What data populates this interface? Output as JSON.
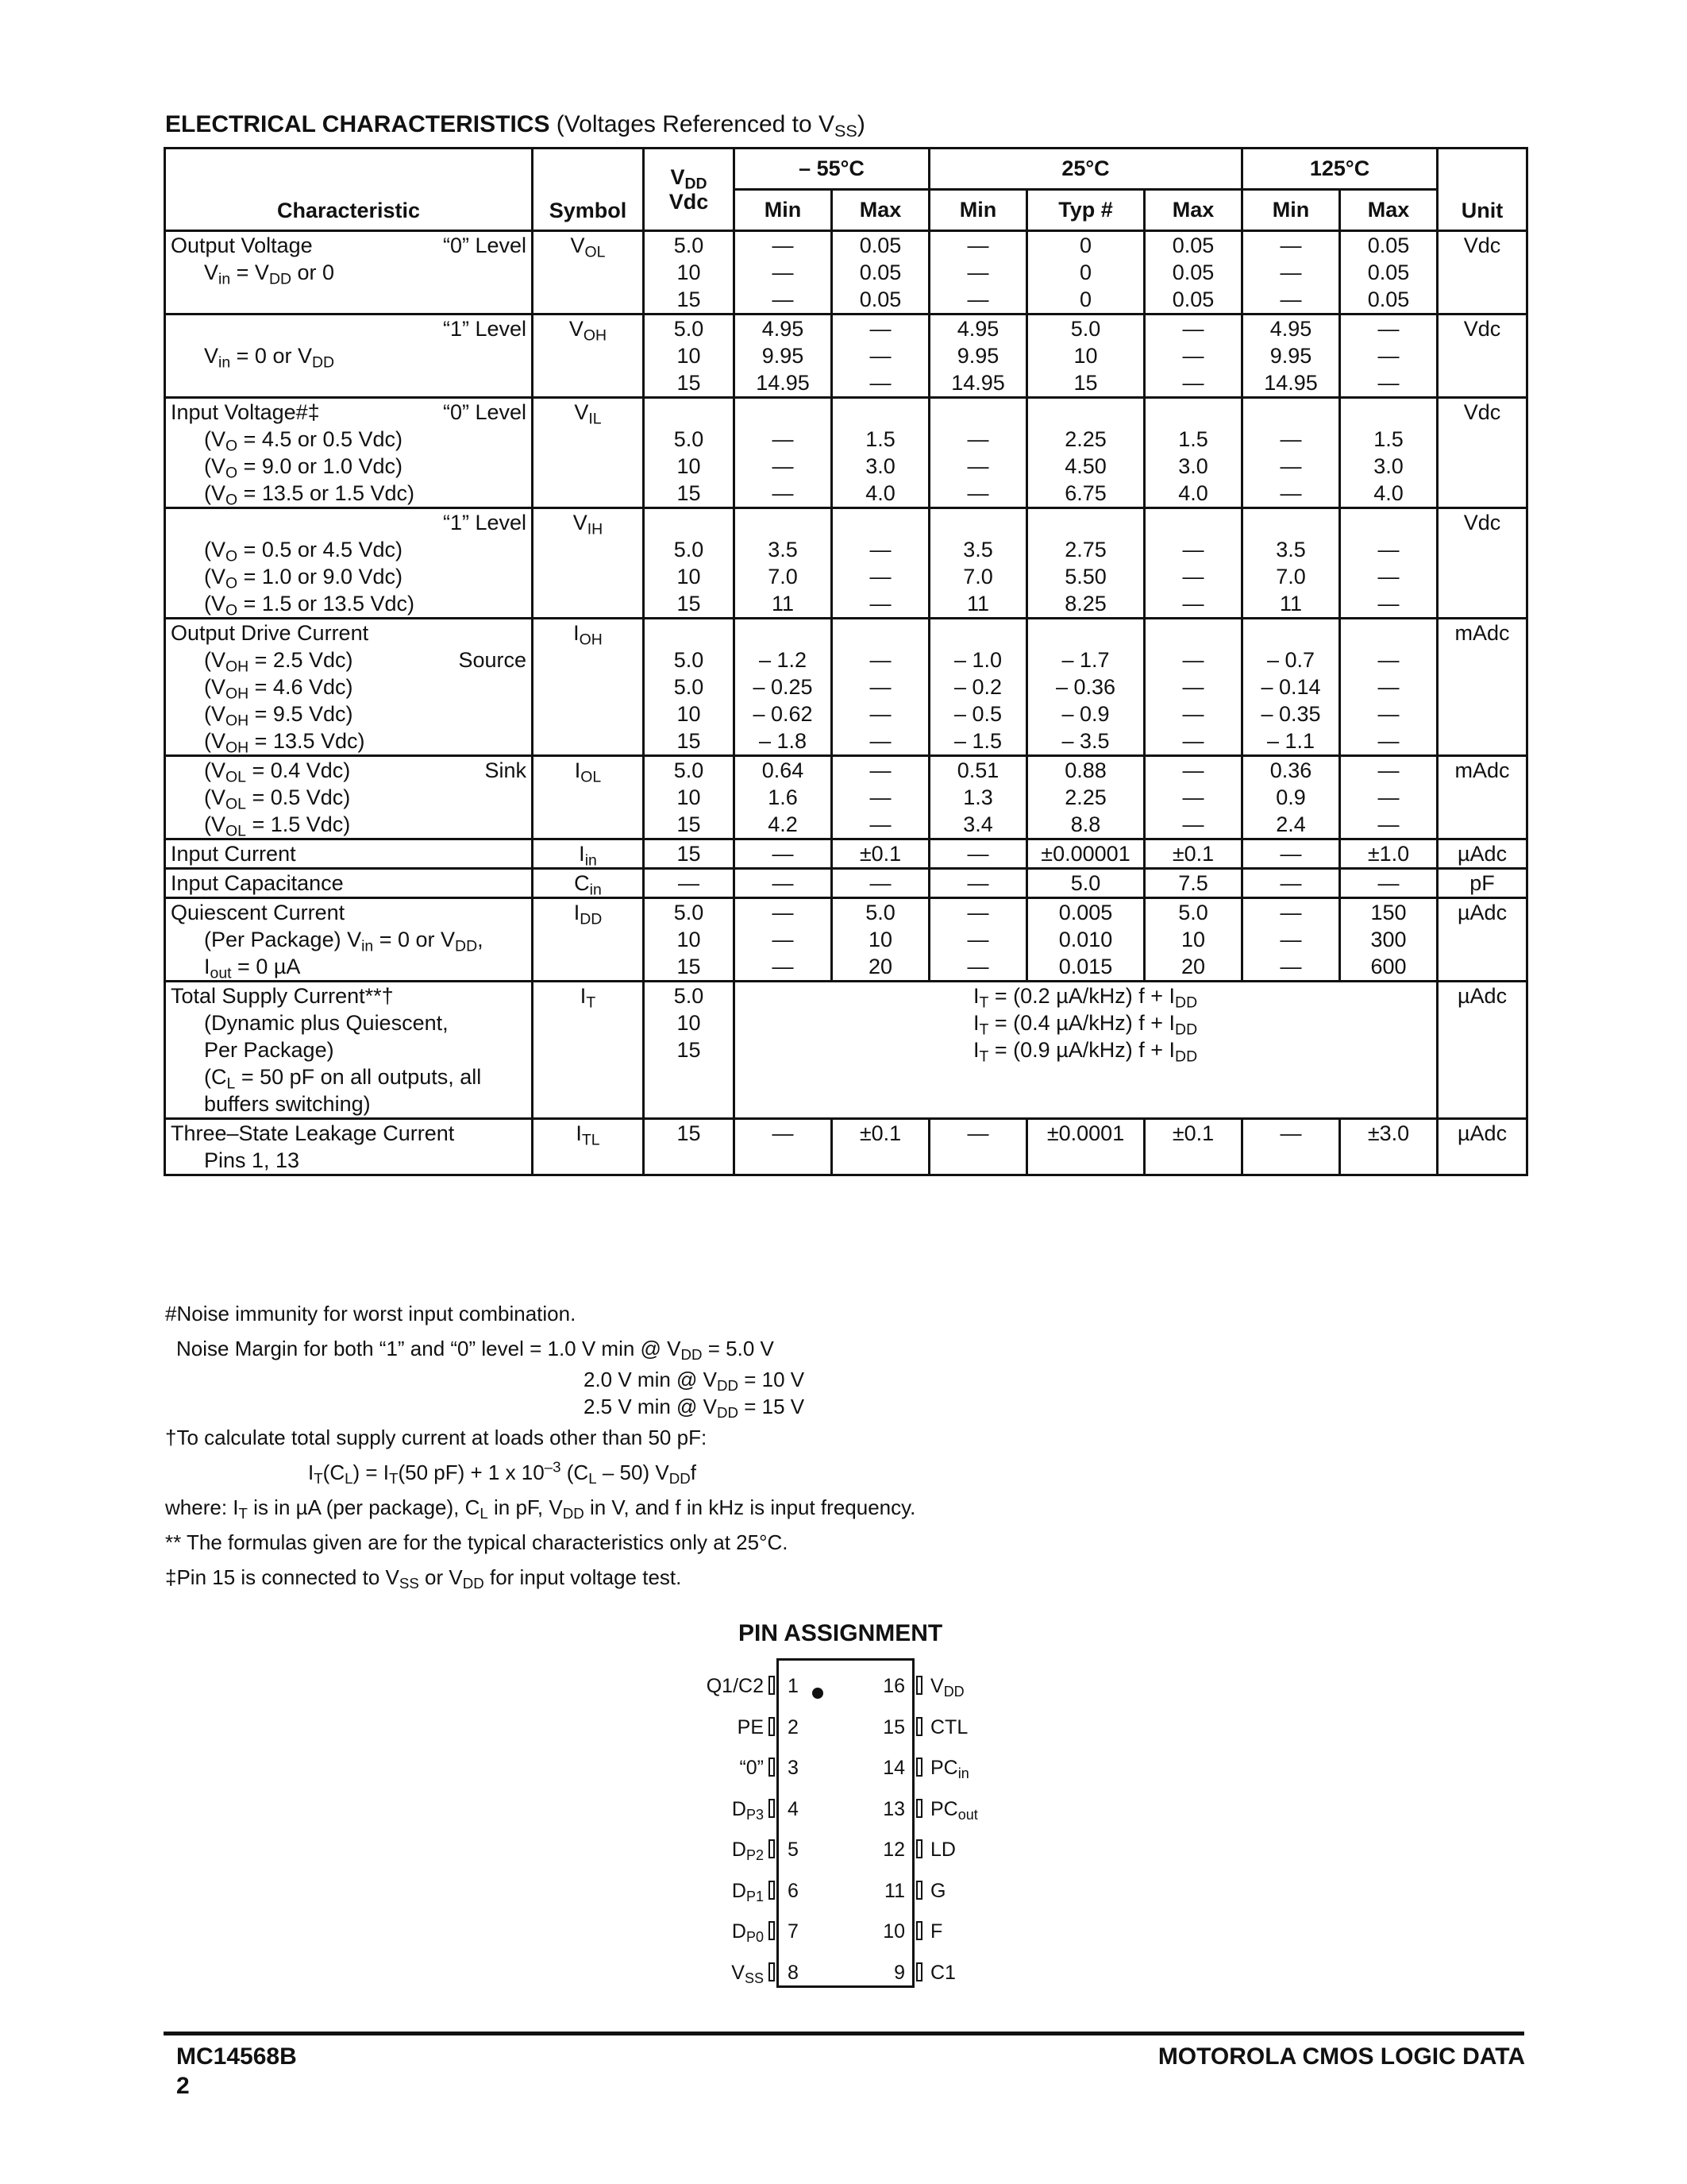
{
  "title": {
    "bold": "ELECTRICAL CHARACTERISTICS",
    "rest_a": "(Voltages Referenced to V",
    "rest_sub": "SS",
    "rest_b": ")"
  },
  "headers": {
    "characteristic": "Characteristic",
    "symbol": "Symbol",
    "vdd_a": "V",
    "vdd_sub": "DD",
    "vdd_b": "Vdc",
    "t1": "– 55°C",
    "t2": "25°C",
    "t3": "125°C",
    "min": "Min",
    "max": "Max",
    "typ": "Typ #",
    "unit": "Unit"
  },
  "rows": {
    "vol": {
      "l1a": "Output Voltage",
      "l1b": "“0” Level",
      "l2a": "V",
      "l2sub": "in",
      "l2b": " =  V",
      "l2sub2": "DD",
      "l2c": " or 0",
      "sym": "V",
      "symsub": "OL",
      "vdd": [
        "5.0",
        "10",
        "15"
      ],
      "c1": [
        "—",
        "—",
        "—"
      ],
      "c2": [
        "0.05",
        "0.05",
        "0.05"
      ],
      "c3": [
        "—",
        "—",
        "—"
      ],
      "c4": [
        "0",
        "0",
        "0"
      ],
      "c5": [
        "0.05",
        "0.05",
        "0.05"
      ],
      "c6": [
        "—",
        "—",
        "—"
      ],
      "c7": [
        "0.05",
        "0.05",
        "0.05"
      ],
      "unit": "Vdc"
    },
    "voh": {
      "l1b": "“1” Level",
      "l2a": "V",
      "l2sub": "in",
      "l2b": " = 0 or V",
      "l2sub2": "DD",
      "sym": "V",
      "symsub": "OH",
      "vdd": [
        "5.0",
        "10",
        "15"
      ],
      "c1": [
        "4.95",
        "9.95",
        "14.95"
      ],
      "c2": [
        "—",
        "—",
        "—"
      ],
      "c3": [
        "4.95",
        "9.95",
        "14.95"
      ],
      "c4": [
        "5.0",
        "10",
        "15"
      ],
      "c5": [
        "—",
        "—",
        "—"
      ],
      "c6": [
        "4.95",
        "9.95",
        "14.95"
      ],
      "c7": [
        "—",
        "—",
        "—"
      ],
      "unit": "Vdc"
    },
    "vil": {
      "l1a": "Input Voltage#‡",
      "l1b": "“0” Level",
      "sub": [
        [
          "(V",
          "O",
          " = 4.5 or 0.5 Vdc)"
        ],
        [
          "(V",
          "O",
          " = 9.0 or 1.0 Vdc)"
        ],
        [
          "(V",
          "O",
          " = 13.5 or 1.5 Vdc)"
        ]
      ],
      "sym": "V",
      "symsub": "IL",
      "vdd": [
        "5.0",
        "10",
        "15"
      ],
      "c1": [
        "—",
        "—",
        "—"
      ],
      "c2": [
        "1.5",
        "3.0",
        "4.0"
      ],
      "c3": [
        "—",
        "—",
        "—"
      ],
      "c4": [
        "2.25",
        "4.50",
        "6.75"
      ],
      "c5": [
        "1.5",
        "3.0",
        "4.0"
      ],
      "c6": [
        "—",
        "—",
        "—"
      ],
      "c7": [
        "1.5",
        "3.0",
        "4.0"
      ],
      "unit": "Vdc"
    },
    "vih": {
      "l1b": "“1” Level",
      "sub": [
        [
          "(V",
          "O",
          " = 0.5 or 4.5 Vdc)"
        ],
        [
          "(V",
          "O",
          " = 1.0 or 9.0 Vdc)"
        ],
        [
          "(V",
          "O",
          " = 1.5 or 13.5 Vdc)"
        ]
      ],
      "sym": "V",
      "symsub": "IH",
      "vdd": [
        "5.0",
        "10",
        "15"
      ],
      "c1": [
        "3.5",
        "7.0",
        "11"
      ],
      "c2": [
        "—",
        "—",
        "—"
      ],
      "c3": [
        "3.5",
        "7.0",
        "11"
      ],
      "c4": [
        "2.75",
        "5.50",
        "8.25"
      ],
      "c5": [
        "—",
        "—",
        "—"
      ],
      "c6": [
        "3.5",
        "7.0",
        "11"
      ],
      "c7": [
        "—",
        "—",
        "—"
      ],
      "unit": "Vdc"
    },
    "ioh": {
      "l1a": "Output Drive Current",
      "source": "Source",
      "sub": [
        [
          "(V",
          "OH",
          " = 2.5 Vdc)"
        ],
        [
          "(V",
          "OH",
          " = 4.6 Vdc)"
        ],
        [
          "(V",
          "OH",
          " = 9.5 Vdc)"
        ],
        [
          "(V",
          "OH",
          " = 13.5 Vdc)"
        ]
      ],
      "sym": "I",
      "symsub": "OH",
      "vdd": [
        "5.0",
        "5.0",
        "10",
        "15"
      ],
      "c1": [
        "– 1.2",
        "– 0.25",
        "– 0.62",
        "– 1.8"
      ],
      "c2": [
        "—",
        "—",
        "—",
        "—"
      ],
      "c3": [
        "– 1.0",
        "– 0.2",
        "– 0.5",
        "– 1.5"
      ],
      "c4": [
        "– 1.7",
        "– 0.36",
        "– 0.9",
        "– 3.5"
      ],
      "c5": [
        "—",
        "—",
        "—",
        "—"
      ],
      "c6": [
        "– 0.7",
        "– 0.14",
        "– 0.35",
        "– 1.1"
      ],
      "c7": [
        "—",
        "—",
        "—",
        "—"
      ],
      "unit": "mAdc"
    },
    "iol": {
      "sink": "Sink",
      "sub": [
        [
          "(V",
          "OL",
          " = 0.4 Vdc)"
        ],
        [
          "(V",
          "OL",
          " = 0.5 Vdc)"
        ],
        [
          "(V",
          "OL",
          " = 1.5 Vdc)"
        ]
      ],
      "sym": "I",
      "symsub": "OL",
      "vdd": [
        "5.0",
        "10",
        "15"
      ],
      "c1": [
        "0.64",
        "1.6",
        "4.2"
      ],
      "c2": [
        "—",
        "—",
        "—"
      ],
      "c3": [
        "0.51",
        "1.3",
        "3.4"
      ],
      "c4": [
        "0.88",
        "2.25",
        "8.8"
      ],
      "c5": [
        "—",
        "—",
        "—"
      ],
      "c6": [
        "0.36",
        "0.9",
        "2.4"
      ],
      "c7": [
        "—",
        "—",
        "—"
      ],
      "unit": "mAdc"
    },
    "iin": {
      "label": "Input Current",
      "sym": "I",
      "symsub": "in",
      "vdd": "15",
      "c1": "—",
      "c2": "±0.1",
      "c3": "—",
      "c4": "±0.00001",
      "c5": "±0.1",
      "c6": "—",
      "c7": "±1.0",
      "unit": "µAdc"
    },
    "cin": {
      "label": "Input Capacitance",
      "sym": "C",
      "symsub": "in",
      "vdd": "—",
      "c1": "—",
      "c2": "—",
      "c3": "—",
      "c4": "5.0",
      "c5": "7.5",
      "c6": "—",
      "c7": "—",
      "unit": "pF"
    },
    "idd": {
      "l1": "Quiescent Current",
      "l2a": "(Per Package) V",
      "l2sub": "in",
      "l2b": " = 0 or V",
      "l2sub2": "DD",
      "l2c": ",",
      "l3a": "I",
      "l3sub": "out",
      "l3b": " = 0 µA",
      "sym": "I",
      "symsub": "DD",
      "vdd": [
        "5.0",
        "10",
        "15"
      ],
      "c1": [
        "—",
        "—",
        "—"
      ],
      "c2": [
        "5.0",
        "10",
        "20"
      ],
      "c3": [
        "—",
        "—",
        "—"
      ],
      "c4": [
        "0.005",
        "0.010",
        "0.015"
      ],
      "c5": [
        "5.0",
        "10",
        "20"
      ],
      "c6": [
        "—",
        "—",
        "—"
      ],
      "c7": [
        "150",
        "300",
        "600"
      ],
      "unit": "µAdc"
    },
    "it": {
      "l1": "Total Supply Current**†",
      "l2": "(Dynamic plus Quiescent,",
      "l3": "Per Package)",
      "l4a": "(C",
      "l4sub": "L",
      "l4b": " = 50 pF on all outputs, all",
      "l5": "buffers switching)",
      "sym": "I",
      "symsub": "T",
      "vdd": [
        "5.0",
        "10",
        "15"
      ],
      "f": [
        [
          "I",
          "T",
          " = (0.2 µA/kHz) f + I",
          "DD"
        ],
        [
          "I",
          "T",
          " = (0.4 µA/kHz) f + I",
          "DD"
        ],
        [
          "I",
          "T",
          " = (0.9 µA/kHz) f + I",
          "DD"
        ]
      ],
      "unit": "µAdc"
    },
    "itl": {
      "l1": "Three–State Leakage Current",
      "l2": "Pins 1, 13",
      "sym": "I",
      "symsub": "TL",
      "vdd": "15",
      "c1": "—",
      "c2": "±0.1",
      "c3": "—",
      "c4": "±0.0001",
      "c5": "±0.1",
      "c6": "—",
      "c7": "±3.0",
      "unit": "µAdc"
    }
  },
  "notes": {
    "n1": "#Noise immunity for worst input combination.",
    "nm_a": "Noise Margin for both “1” and “0” level  =   1.0 V min @ V",
    "nm_sub": "DD",
    "nm_b": " = 5.0 V",
    "nm2_a": "2.0 V min @ V",
    "nm2_sub": "DD",
    "nm2_b": " = 10 V",
    "nm3_a": "2.5 V min @ V",
    "nm3_sub": "DD",
    "nm3_b": " = 15 V",
    "n2": "†To calculate total supply current at loads other than 50 pF:",
    "f_a": "I",
    "f_sub1": "T",
    "f_b": "(C",
    "f_sub2": "L",
    "f_c": ") = I",
    "f_sub3": "T",
    "f_d": "(50 pF) + 1 x 10",
    "f_sup": "–3",
    "f_e": " (C",
    "f_sub4": "L",
    "f_f": " – 50) V",
    "f_sub5": "DD",
    "f_g": "f",
    "w_a": "where: I",
    "w_sub1": "T",
    "w_b": " is in µA (per package), C",
    "w_sub2": "L",
    "w_c": " in pF, V",
    "w_sub3": "DD",
    "w_d": " in V, and f in kHz is input frequency.",
    "n3": "** The formulas given are for the typical characteristics only at 25°C.",
    "n4_a": "‡Pin 15 is connected to V",
    "n4_sub1": "SS",
    "n4_b": " or V",
    "n4_sub2": "DD",
    "n4_c": " for input voltage test."
  },
  "pin_assignment": {
    "title": "PIN ASSIGNMENT",
    "left": [
      {
        "num": "1",
        "name": "Q1/C2",
        "sub": ""
      },
      {
        "num": "2",
        "name": "PE",
        "sub": ""
      },
      {
        "num": "3",
        "name": "“0”",
        "sub": ""
      },
      {
        "num": "4",
        "name": "D",
        "sub": "P3"
      },
      {
        "num": "5",
        "name": "D",
        "sub": "P2"
      },
      {
        "num": "6",
        "name": "D",
        "sub": "P1"
      },
      {
        "num": "7",
        "name": "D",
        "sub": "P0"
      },
      {
        "num": "8",
        "name": "V",
        "sub": "SS"
      }
    ],
    "right": [
      {
        "num": "16",
        "name": "V",
        "sub": "DD"
      },
      {
        "num": "15",
        "name": "CTL",
        "sub": ""
      },
      {
        "num": "14",
        "name": "PC",
        "sub": "in"
      },
      {
        "num": "13",
        "name": "PC",
        "sub": "out"
      },
      {
        "num": "12",
        "name": "LD",
        "sub": ""
      },
      {
        "num": "11",
        "name": "G",
        "sub": ""
      },
      {
        "num": "10",
        "name": "F",
        "sub": ""
      },
      {
        "num": "9",
        "name": "C1",
        "sub": ""
      }
    ]
  },
  "footer": {
    "part": "MC14568B",
    "page": "2",
    "brand": "MOTOROLA CMOS LOGIC DATA"
  }
}
